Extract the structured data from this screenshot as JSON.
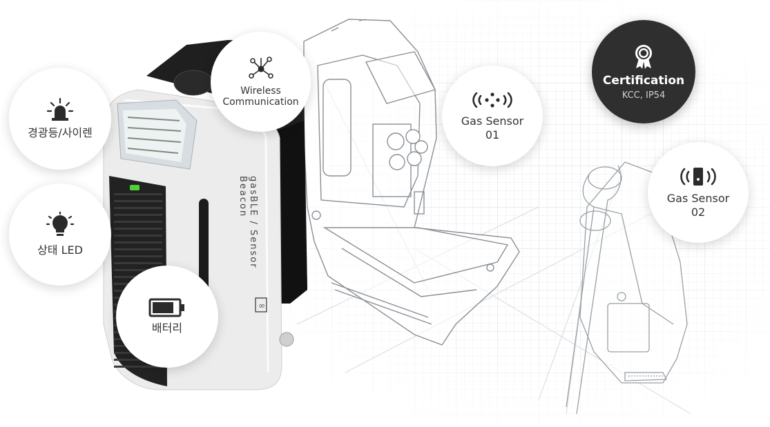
{
  "features": {
    "siren": {
      "label": "경광등/사이렌",
      "icon": "siren-icon"
    },
    "status_led": {
      "label": "상태 LED",
      "icon": "lightbulb-icon"
    },
    "battery": {
      "label": "배터리",
      "icon": "battery-icon"
    },
    "wireless": {
      "label": "Wireless\nCommunication",
      "icon": "network-icon"
    },
    "gas_sensor_01": {
      "label": "Gas Sensor\n01",
      "icon": "sensor-signal-icon"
    },
    "gas_sensor_02": {
      "label": "Gas Sensor\n02",
      "icon": "device-signal-icon"
    },
    "certification": {
      "label": "Certification",
      "sub": "KCC, IP54",
      "icon": "award-icon"
    }
  },
  "device": {
    "brand_text": "gasBLE / Sensor Beacon",
    "logo_mark": "∞"
  },
  "colors": {
    "accent_green": "#4fd13a",
    "dark_bubble": "#2f2f2f",
    "device_black": "#1f1f1f",
    "device_white": "#eeeeee"
  }
}
